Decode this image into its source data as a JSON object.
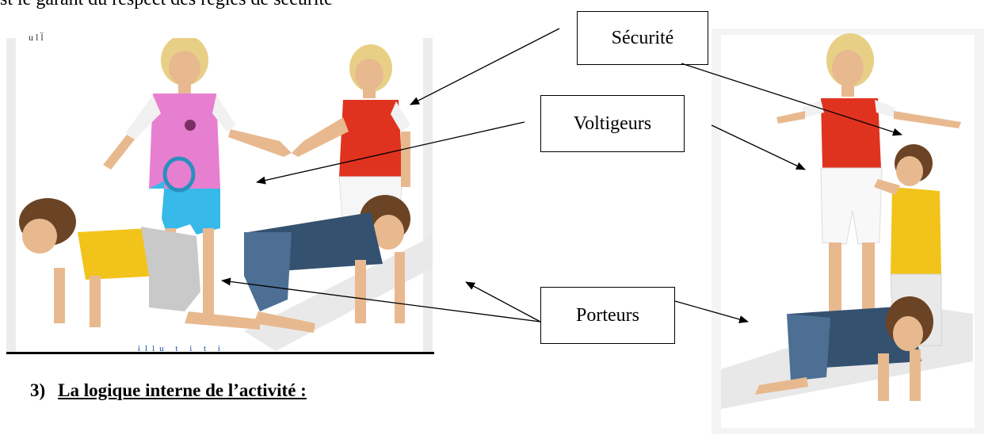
{
  "document": {
    "intro_line": "st le garant du respect des règles de sécurité",
    "heading_number": "3)",
    "heading_text": "La logique interne de l’activité :",
    "label_securite": "Sécurité",
    "label_voltigeurs": "Voltigeurs",
    "label_porteurs": "Porteurs",
    "caption_fragment": "illu      t    i  t  i   ",
    "top_fragment": "ull̈ "
  },
  "colors": {
    "pink_shirt": "#e77fd0",
    "red_shirt": "#e0331f",
    "yellow_shirt": "#f2c31a",
    "cyan_shorts": "#37b9ea",
    "navy_clothes": "#34516f",
    "skin": "#e8b98f",
    "hair_blond": "#e8cf86",
    "hair_brown": "#6b4425"
  }
}
